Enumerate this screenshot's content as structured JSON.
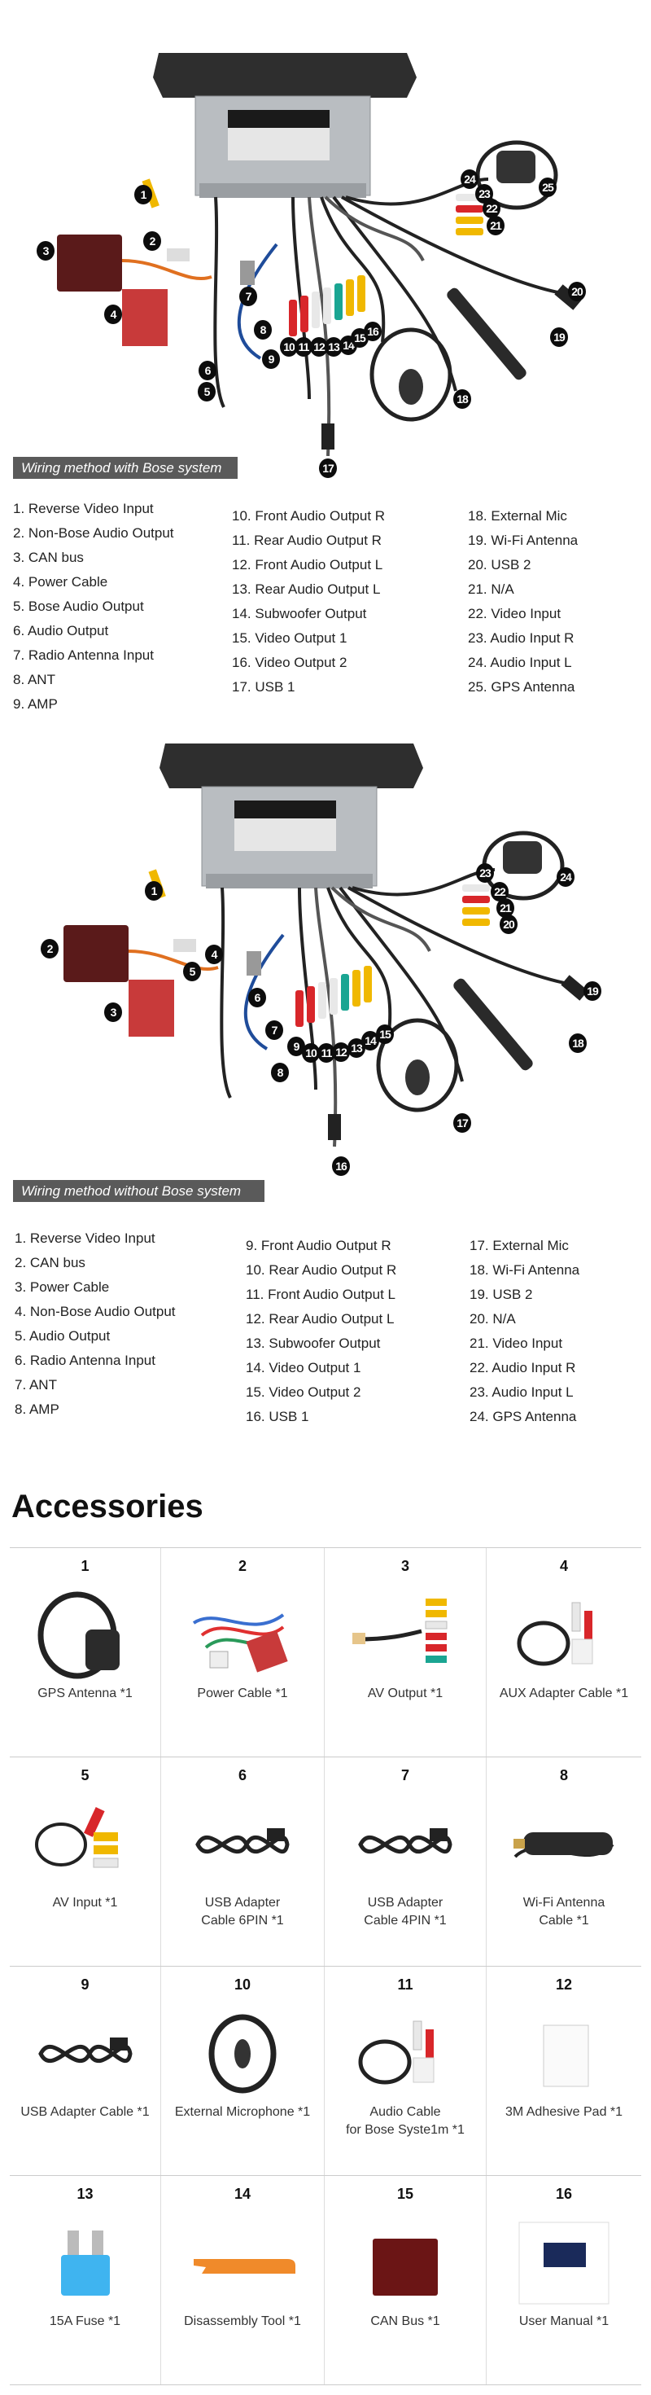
{
  "wiring_with_bose": {
    "title": "Wiring method with Bose system",
    "callouts": [
      "1",
      "2",
      "3",
      "4",
      "5",
      "6",
      "7",
      "8",
      "9",
      "10",
      "11",
      "12",
      "13",
      "14",
      "15",
      "16",
      "17",
      "18",
      "19",
      "20",
      "21",
      "22",
      "23",
      "24",
      "25"
    ],
    "columns": [
      [
        "1. Reverse Video Input",
        "2. Non-Bose Audio Output",
        "3. CAN bus",
        "4. Power Cable",
        "5. Bose Audio Output",
        "6. Audio Output",
        "7. Radio Antenna Input",
        "8. ANT",
        "9. AMP"
      ],
      [
        "10. Front Audio Output R",
        "11. Rear Audio Output R",
        "12. Front Audio Output L",
        "13. Rear Audio Output L",
        "14. Subwoofer Output",
        "15. Video Output 1",
        "16. Video Output 2",
        "17. USB 1"
      ],
      [
        "18. External Mic",
        "19. Wi-Fi Antenna",
        "20. USB 2",
        "21. N/A",
        "22. Video Input",
        "23. Audio Input R",
        "24. Audio Input L",
        "25. GPS Antenna"
      ]
    ]
  },
  "wiring_without_bose": {
    "title": "Wiring method without Bose system",
    "callouts": [
      "1",
      "2",
      "3",
      "4",
      "5",
      "6",
      "7",
      "8",
      "9",
      "10",
      "11",
      "12",
      "13",
      "14",
      "15",
      "16",
      "17",
      "18",
      "19",
      "20",
      "21",
      "22",
      "23",
      "24"
    ],
    "columns": [
      [
        "1. Reverse Video Input",
        "2. CAN bus",
        "3. Power Cable",
        "4. Non-Bose Audio Output",
        "5. Audio Output",
        "6. Radio Antenna Input",
        "7. ANT",
        "8. AMP"
      ],
      [
        "9. Front Audio Output R",
        "10. Rear Audio Output R",
        "11. Front Audio Output L",
        "12. Rear Audio Output L",
        "13. Subwoofer Output",
        "14. Video Output 1",
        "15. Video Output 2",
        "16. USB 1"
      ],
      [
        "17. External Mic",
        "18. Wi-Fi Antenna",
        "19. USB 2",
        "20. N/A",
        "21. Video Input",
        "22. Audio Input R",
        "23. Audio Input L",
        "24. GPS Antenna"
      ]
    ]
  },
  "accessories": {
    "title": "Accessories",
    "items": [
      {
        "num": "1",
        "label": "GPS Antenna *1",
        "icon": "gps-antenna"
      },
      {
        "num": "2",
        "label": "Power Cable *1",
        "icon": "power-cable"
      },
      {
        "num": "3",
        "label": "AV Output *1",
        "icon": "av-output"
      },
      {
        "num": "4",
        "label": "AUX Adapter Cable *1",
        "icon": "aux-cable"
      },
      {
        "num": "5",
        "label": "AV Input *1",
        "icon": "av-input"
      },
      {
        "num": "6",
        "label": "USB Adapter\nCable 6PIN *1",
        "icon": "usb-cable"
      },
      {
        "num": "7",
        "label": "USB Adapter\nCable 4PIN *1",
        "icon": "usb-cable"
      },
      {
        "num": "8",
        "label": "Wi-Fi Antenna\nCable *1",
        "icon": "wifi-antenna"
      },
      {
        "num": "9",
        "label": "USB Adapter Cable *1",
        "icon": "usb-cable"
      },
      {
        "num": "10",
        "label": "External Microphone *1",
        "icon": "microphone"
      },
      {
        "num": "11",
        "label": "Audio Cable\nfor Bose Syste1m *1",
        "icon": "aux-cable"
      },
      {
        "num": "12",
        "label": "3M Adhesive Pad *1",
        "icon": "adhesive-pad"
      },
      {
        "num": "13",
        "label": "15A Fuse *1",
        "icon": "fuse"
      },
      {
        "num": "14",
        "label": "Disassembly Tool *1",
        "icon": "pry-tool"
      },
      {
        "num": "15",
        "label": "CAN Bus *1",
        "icon": "can-bus"
      },
      {
        "num": "16",
        "label": "User Manual *1",
        "icon": "user-manual"
      }
    ]
  },
  "colors": {
    "bar": "#5a5a5a",
    "canbus": "#5a1a1a",
    "connector": "#c83a3a",
    "rca_red": "#d8262a",
    "rca_yellow": "#f0b800",
    "rca_white": "#e8e8e8",
    "rca_green": "#1aa592"
  }
}
